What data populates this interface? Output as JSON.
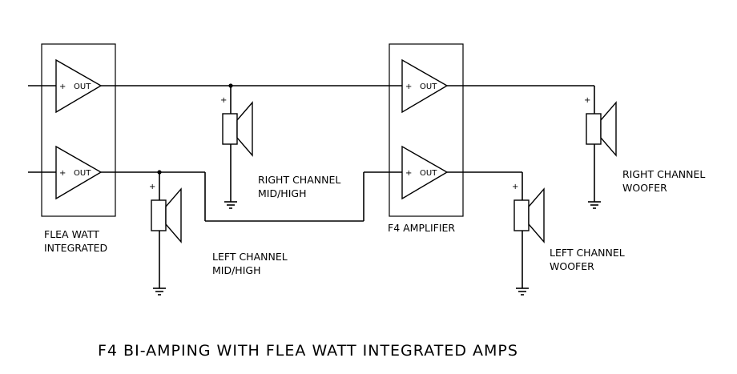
{
  "title": "F4 BI-AMPING WITH FLEA WATT INTEGRATED AMPS",
  "amp_labels": {
    "out": "OUT",
    "plus": "+"
  },
  "boxes": {
    "flea_watt": [
      "FLEA WATT",
      "INTEGRATED"
    ],
    "f4": [
      "F4 AMPLIFIER"
    ]
  },
  "speakers": {
    "right_midhigh": [
      "RIGHT CHANNEL",
      "MID/HIGH"
    ],
    "left_midhigh": [
      "LEFT CHANNEL",
      "MID/HIGH"
    ],
    "left_woofer": [
      "LEFT CHANNEL",
      "WOOFER"
    ],
    "right_woofer": [
      "RIGHT CHANNEL",
      "WOOFER"
    ]
  }
}
